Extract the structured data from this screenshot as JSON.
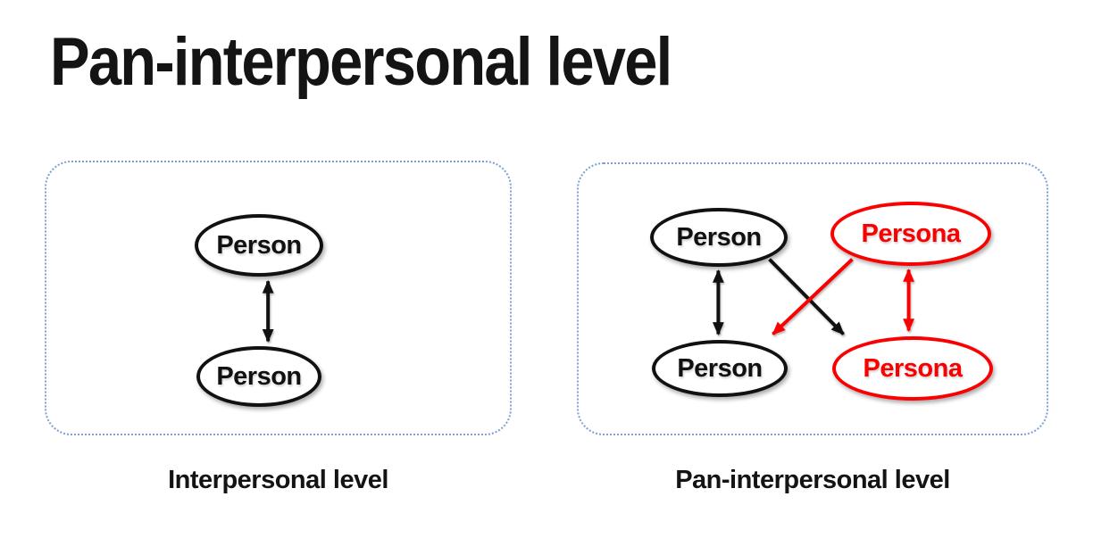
{
  "title": "Pan-interpersonal level",
  "colors": {
    "background": "#ffffff",
    "title_text": "#141414",
    "node_black": "#111111",
    "node_red": "#fb0000",
    "box_border_blue": "#7b9fd6"
  },
  "panels": [
    {
      "id": "interpersonal",
      "caption": "Interpersonal level",
      "nodes": [
        {
          "id": "person-top",
          "label": "Person",
          "color": "#111111"
        },
        {
          "id": "person-bottom",
          "label": "Person",
          "color": "#111111"
        }
      ],
      "edges": [
        {
          "from": "person-top",
          "to": "person-bottom",
          "direction": "bidirectional",
          "color": "#111111"
        }
      ]
    },
    {
      "id": "pan-interpersonal",
      "caption": "Pan-interpersonal level",
      "nodes": [
        {
          "id": "person-top-left",
          "label": "Person",
          "color": "#111111"
        },
        {
          "id": "persona-top-right",
          "label": "Persona",
          "color": "#fb0000"
        },
        {
          "id": "person-bottom-left",
          "label": "Person",
          "color": "#111111"
        },
        {
          "id": "persona-bottom-right",
          "label": "Persona",
          "color": "#fb0000"
        }
      ],
      "edges": [
        {
          "from": "person-top-left",
          "to": "person-bottom-left",
          "direction": "bidirectional",
          "color": "#111111"
        },
        {
          "from": "persona-top-right",
          "to": "persona-bottom-right",
          "direction": "bidirectional",
          "color": "#fb0000"
        },
        {
          "from": "person-top-left",
          "to": "persona-bottom-right",
          "direction": "one-way",
          "color": "#111111"
        },
        {
          "from": "persona-top-right",
          "to": "person-bottom-left",
          "direction": "one-way",
          "color": "#fb0000"
        }
      ]
    }
  ]
}
